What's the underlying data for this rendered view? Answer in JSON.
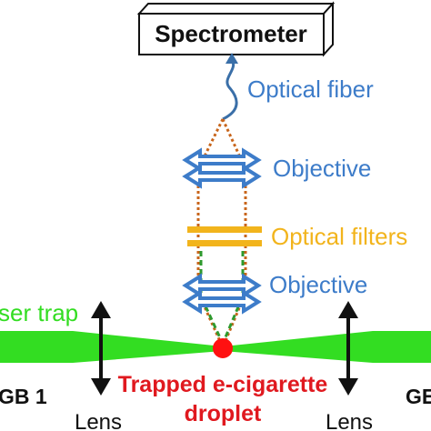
{
  "labels": {
    "spectrometer": "Spectrometer",
    "optical_fiber": "Optical fiber",
    "objective_top": "Objective",
    "optical_filters": "Optical filters",
    "objective_bottom": "Objective",
    "laser_trap": "ser trap",
    "gb_left": "GB 1",
    "gb_right": "GE",
    "trapped_line1": "Trapped e-cigarette",
    "trapped_line2": "droplet",
    "lens_left": "Lens",
    "lens_right": "Lens"
  },
  "colors": {
    "spectrometer_box": "#111111",
    "fiber": "#3a6fa8",
    "objective": "#3d7cc9",
    "filters": "#f2b41c",
    "laser": "#33dd22",
    "droplet": "#ff1111",
    "beam_dots_orange": "#c8651b",
    "beam_dots_green": "#2e9a2e",
    "text_blue": "#3d7cc9",
    "text_yellow": "#f2b41c",
    "text_green": "#33dd22",
    "text_red": "#e0191f",
    "text_black": "#111111"
  }
}
